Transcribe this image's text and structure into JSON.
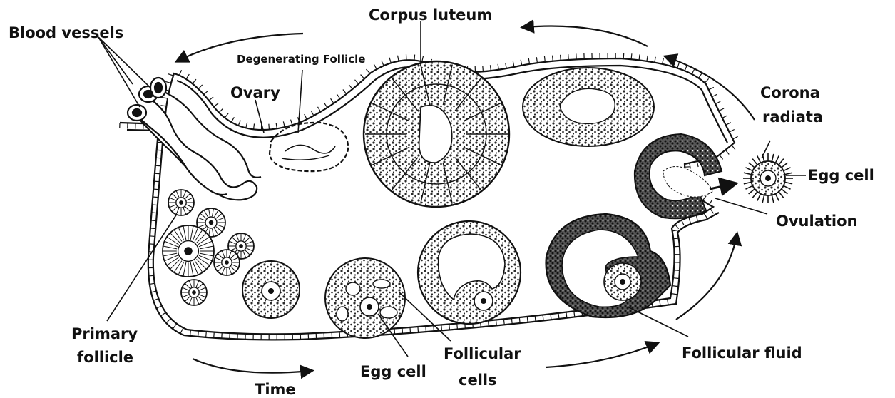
{
  "labels": {
    "blood_vessels": "Blood vessels",
    "corpus_luteum": "Corpus luteum",
    "degenerating_follicle": "Degenerating Follicle",
    "ovary": "Ovary",
    "corona": "Corona",
    "radiata": "radiata",
    "egg_cell_right": "Egg cell",
    "ovulation": "Ovulation",
    "primary": "Primary",
    "follicle": "follicle",
    "time": "Time",
    "egg_cell_bottom": "Egg cell",
    "follicular": "Follicular",
    "cells": "cells",
    "follicular_fluid": "Follicular fluid"
  },
  "colors": {
    "ink": "#111111",
    "stipple": "#2a2a2a",
    "background": "#ffffff"
  }
}
